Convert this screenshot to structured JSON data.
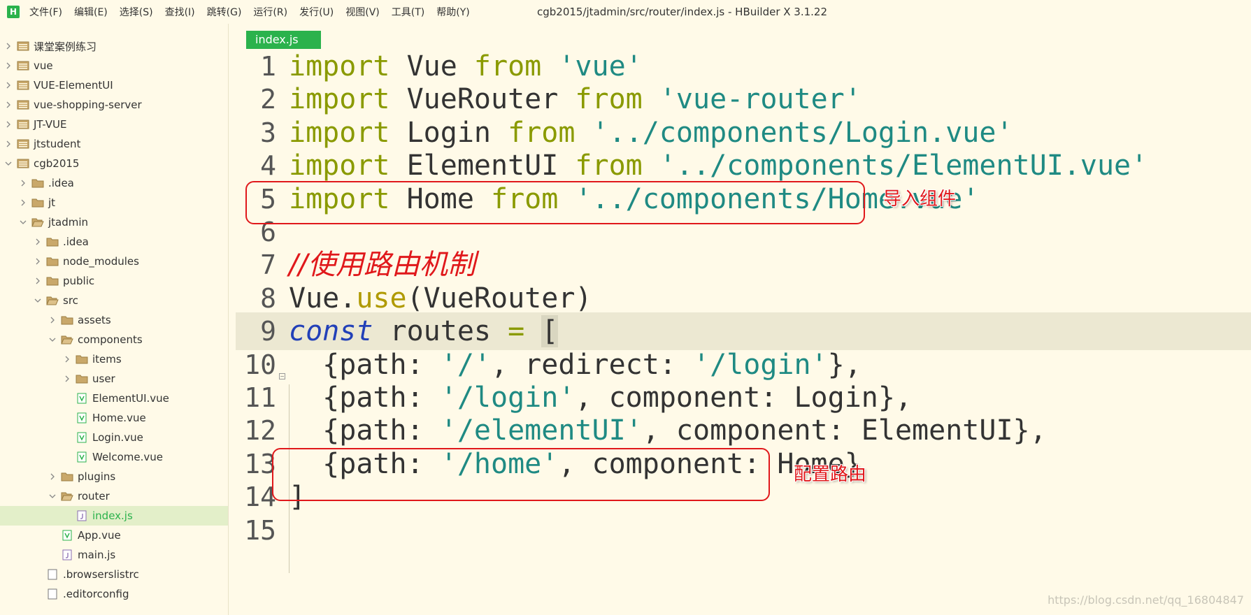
{
  "app": {
    "logo": "H",
    "window_title": "cgb2015/jtadmin/src/router/index.js - HBuilder X 3.1.22"
  },
  "menu": [
    "文件(F)",
    "编辑(E)",
    "选择(S)",
    "查找(I)",
    "跳转(G)",
    "运行(R)",
    "发行(U)",
    "视图(V)",
    "工具(T)",
    "帮助(Y)"
  ],
  "sidebar": {
    "items": [
      {
        "label": "课堂案例练习",
        "type": "project",
        "expanded": false,
        "depth": 0
      },
      {
        "label": "vue",
        "type": "project",
        "expanded": false,
        "depth": 0
      },
      {
        "label": "VUE-ElementUI",
        "type": "project",
        "expanded": false,
        "depth": 0
      },
      {
        "label": "vue-shopping-server",
        "type": "project",
        "expanded": false,
        "depth": 0
      },
      {
        "label": "JT-VUE",
        "type": "project",
        "expanded": false,
        "depth": 0
      },
      {
        "label": "jtstudent",
        "type": "project",
        "expanded": false,
        "depth": 0
      },
      {
        "label": "cgb2015",
        "type": "project",
        "expanded": true,
        "depth": 0
      },
      {
        "label": ".idea",
        "type": "folder",
        "expanded": false,
        "depth": 1
      },
      {
        "label": "jt",
        "type": "folder",
        "expanded": false,
        "depth": 1
      },
      {
        "label": "jtadmin",
        "type": "folder",
        "expanded": true,
        "depth": 1
      },
      {
        "label": ".idea",
        "type": "folder",
        "expanded": false,
        "depth": 2
      },
      {
        "label": "node_modules",
        "type": "folder",
        "expanded": false,
        "depth": 2
      },
      {
        "label": "public",
        "type": "folder",
        "expanded": false,
        "depth": 2
      },
      {
        "label": "src",
        "type": "folder",
        "expanded": true,
        "depth": 2
      },
      {
        "label": "assets",
        "type": "folder",
        "expanded": false,
        "depth": 3
      },
      {
        "label": "components",
        "type": "folder",
        "expanded": true,
        "depth": 3
      },
      {
        "label": "items",
        "type": "folder",
        "expanded": false,
        "depth": 4
      },
      {
        "label": "user",
        "type": "folder",
        "expanded": false,
        "depth": 4
      },
      {
        "label": "ElementUI.vue",
        "type": "vue",
        "depth": 4
      },
      {
        "label": "Home.vue",
        "type": "vue",
        "depth": 4
      },
      {
        "label": "Login.vue",
        "type": "vue",
        "depth": 4
      },
      {
        "label": "Welcome.vue",
        "type": "vue",
        "depth": 4
      },
      {
        "label": "plugins",
        "type": "folder",
        "expanded": false,
        "depth": 3
      },
      {
        "label": "router",
        "type": "folder",
        "expanded": true,
        "depth": 3
      },
      {
        "label": "index.js",
        "type": "js",
        "depth": 4,
        "selected": true
      },
      {
        "label": "App.vue",
        "type": "vue",
        "depth": 3
      },
      {
        "label": "main.js",
        "type": "js",
        "depth": 3
      },
      {
        "label": ".browserslistrc",
        "type": "file",
        "depth": 2
      },
      {
        "label": ".editorconfig",
        "type": "file",
        "depth": 2
      }
    ]
  },
  "editor": {
    "tab_label": "index.js",
    "current_line": 9,
    "lines": [
      {
        "n": "1",
        "tokens": [
          [
            "kw",
            "import"
          ],
          [
            "pl",
            " Vue "
          ],
          [
            "kw",
            "from"
          ],
          [
            "pl",
            " "
          ],
          [
            "str",
            "'vue'"
          ]
        ]
      },
      {
        "n": "2",
        "tokens": [
          [
            "kw",
            "import"
          ],
          [
            "pl",
            " VueRouter "
          ],
          [
            "kw",
            "from"
          ],
          [
            "pl",
            " "
          ],
          [
            "str",
            "'vue-router'"
          ]
        ]
      },
      {
        "n": "3",
        "tokens": [
          [
            "kw",
            "import"
          ],
          [
            "pl",
            " Login "
          ],
          [
            "kw",
            "from"
          ],
          [
            "pl",
            " "
          ],
          [
            "str",
            "'../components/Login.vue'"
          ]
        ]
      },
      {
        "n": "4",
        "tokens": [
          [
            "kw",
            "import"
          ],
          [
            "pl",
            " ElementUI "
          ],
          [
            "kw",
            "from"
          ],
          [
            "pl",
            " "
          ],
          [
            "str",
            "'../components/ElementUI.vue'"
          ]
        ]
      },
      {
        "n": "5",
        "tokens": [
          [
            "kw",
            "import"
          ],
          [
            "pl",
            " Home "
          ],
          [
            "kw",
            "from"
          ],
          [
            "pl",
            " "
          ],
          [
            "str",
            "'../components/Home.vue'"
          ]
        ]
      },
      {
        "n": "6",
        "tokens": []
      },
      {
        "n": "7",
        "tokens": [
          [
            "cm",
            "//使用路由机制"
          ]
        ]
      },
      {
        "n": "8",
        "tokens": [
          [
            "pl",
            "Vue."
          ],
          [
            "fn",
            "use"
          ],
          [
            "pl",
            "(VueRouter)"
          ]
        ]
      },
      {
        "n": "9",
        "tokens": [
          [
            "kc",
            "const"
          ],
          [
            "pl",
            " routes "
          ],
          [
            "kw",
            "="
          ],
          [
            "pl",
            " "
          ],
          [
            "bracket-cur",
            "["
          ]
        ]
      },
      {
        "n": "10",
        "tokens": [
          [
            "pl",
            "  {path: "
          ],
          [
            "str",
            "'/'"
          ],
          [
            "pl",
            ", redirect: "
          ],
          [
            "str",
            "'/login'"
          ],
          [
            "pl",
            "},"
          ]
        ]
      },
      {
        "n": "11",
        "tokens": [
          [
            "pl",
            "  {path: "
          ],
          [
            "str",
            "'/login'"
          ],
          [
            "pl",
            ", component: Login},"
          ]
        ]
      },
      {
        "n": "12",
        "tokens": [
          [
            "pl",
            "  {path: "
          ],
          [
            "str",
            "'/elementUI'"
          ],
          [
            "pl",
            ", component: ElementUI},"
          ]
        ]
      },
      {
        "n": "13",
        "tokens": [
          [
            "pl",
            "  {path: "
          ],
          [
            "str",
            "'/home'"
          ],
          [
            "pl",
            ", component: Home}"
          ]
        ]
      },
      {
        "n": "14",
        "tokens": [
          [
            "pl",
            "]"
          ]
        ]
      },
      {
        "n": "15",
        "tokens": []
      }
    ]
  },
  "annotations": {
    "import_note": "导入组件",
    "route_note": "配置路由",
    "color": "#e0181b"
  },
  "watermark": "https://blog.csdn.net/qq_16804847",
  "colors": {
    "background": "#fffae8",
    "accent": "#2bb24c",
    "keyword": "#8a9a00",
    "string": "#1f8a83",
    "annotation_red": "#e0181b"
  }
}
